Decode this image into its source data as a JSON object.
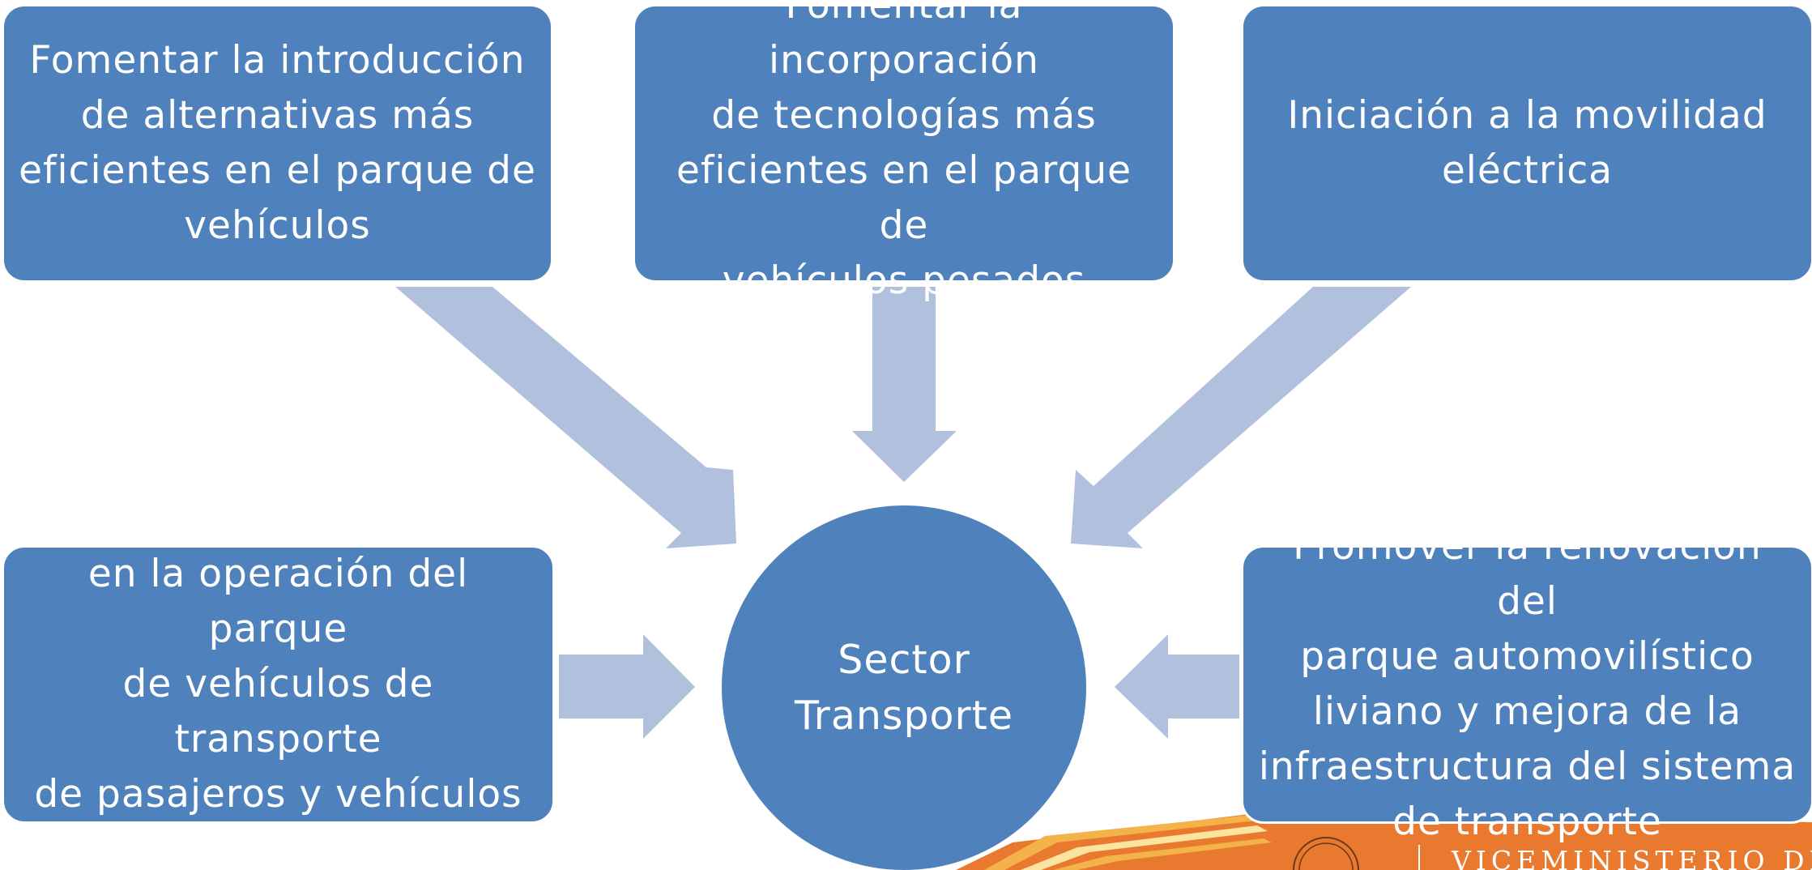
{
  "diagram": {
    "hub": {
      "label": "Sector\nTransporte"
    },
    "nodes": [
      {
        "id": "top-left",
        "label": "Fomentar la introducción\nde alternativas más\neficientes en el parque de\nvehículos"
      },
      {
        "id": "top-center",
        "label": "Fomentar la incorporación\nde tecnologías más\neficientes en el parque de\nvehículos pesados"
      },
      {
        "id": "top-right",
        "label": "Iniciación a la movilidad\neléctrica"
      },
      {
        "id": "bottom-left",
        "label": "Incentivar la optimización\nen la operación del parque\nde vehículos de transporte\nde pasajeros y vehículos\npesados"
      },
      {
        "id": "bottom-right",
        "label": "Promover la renovación del\nparque automovilístico\nliviano y mejora de la\ninfraestructura del sistema\nde transporte"
      }
    ]
  },
  "footer": {
    "logo_text": "VICEMINISTERIO DE"
  },
  "colors": {
    "node_fill": "#4f81bd",
    "arrow_fill": "#b0c0dd",
    "text": "#ffffff",
    "footer_band": "#e8792f"
  }
}
